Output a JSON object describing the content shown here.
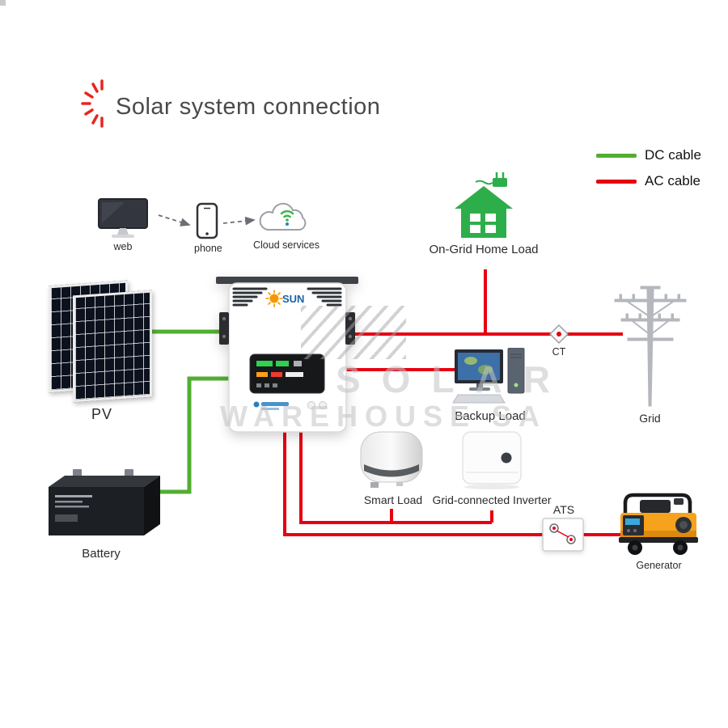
{
  "title": "Solar system connection",
  "legend": {
    "dc_label": "DC cable",
    "ac_label": "AC cable"
  },
  "colors": {
    "dc": "#52ae32",
    "ac": "#e60012"
  },
  "nodes": {
    "web": {
      "label": "web"
    },
    "phone": {
      "label": "phone"
    },
    "cloud": {
      "label": "Cloud services"
    },
    "home_load": {
      "label": "On-Grid Home Load"
    },
    "pv": {
      "label": "PV"
    },
    "grid": {
      "label": "Grid"
    },
    "backup_load": {
      "label": "Backup Load"
    },
    "ct": {
      "label": "CT"
    },
    "smart_load": {
      "label": "Smart Load"
    },
    "grid_connected_inverter": {
      "label": "Grid-connected Inverter"
    },
    "battery": {
      "label": "Battery"
    },
    "ats": {
      "label": "ATS"
    },
    "generator": {
      "label": "Generator"
    },
    "inverter": {
      "brand": "SUN"
    }
  },
  "watermark": {
    "line1": "SOLAR",
    "line2": "WAREHOUSE SA"
  }
}
